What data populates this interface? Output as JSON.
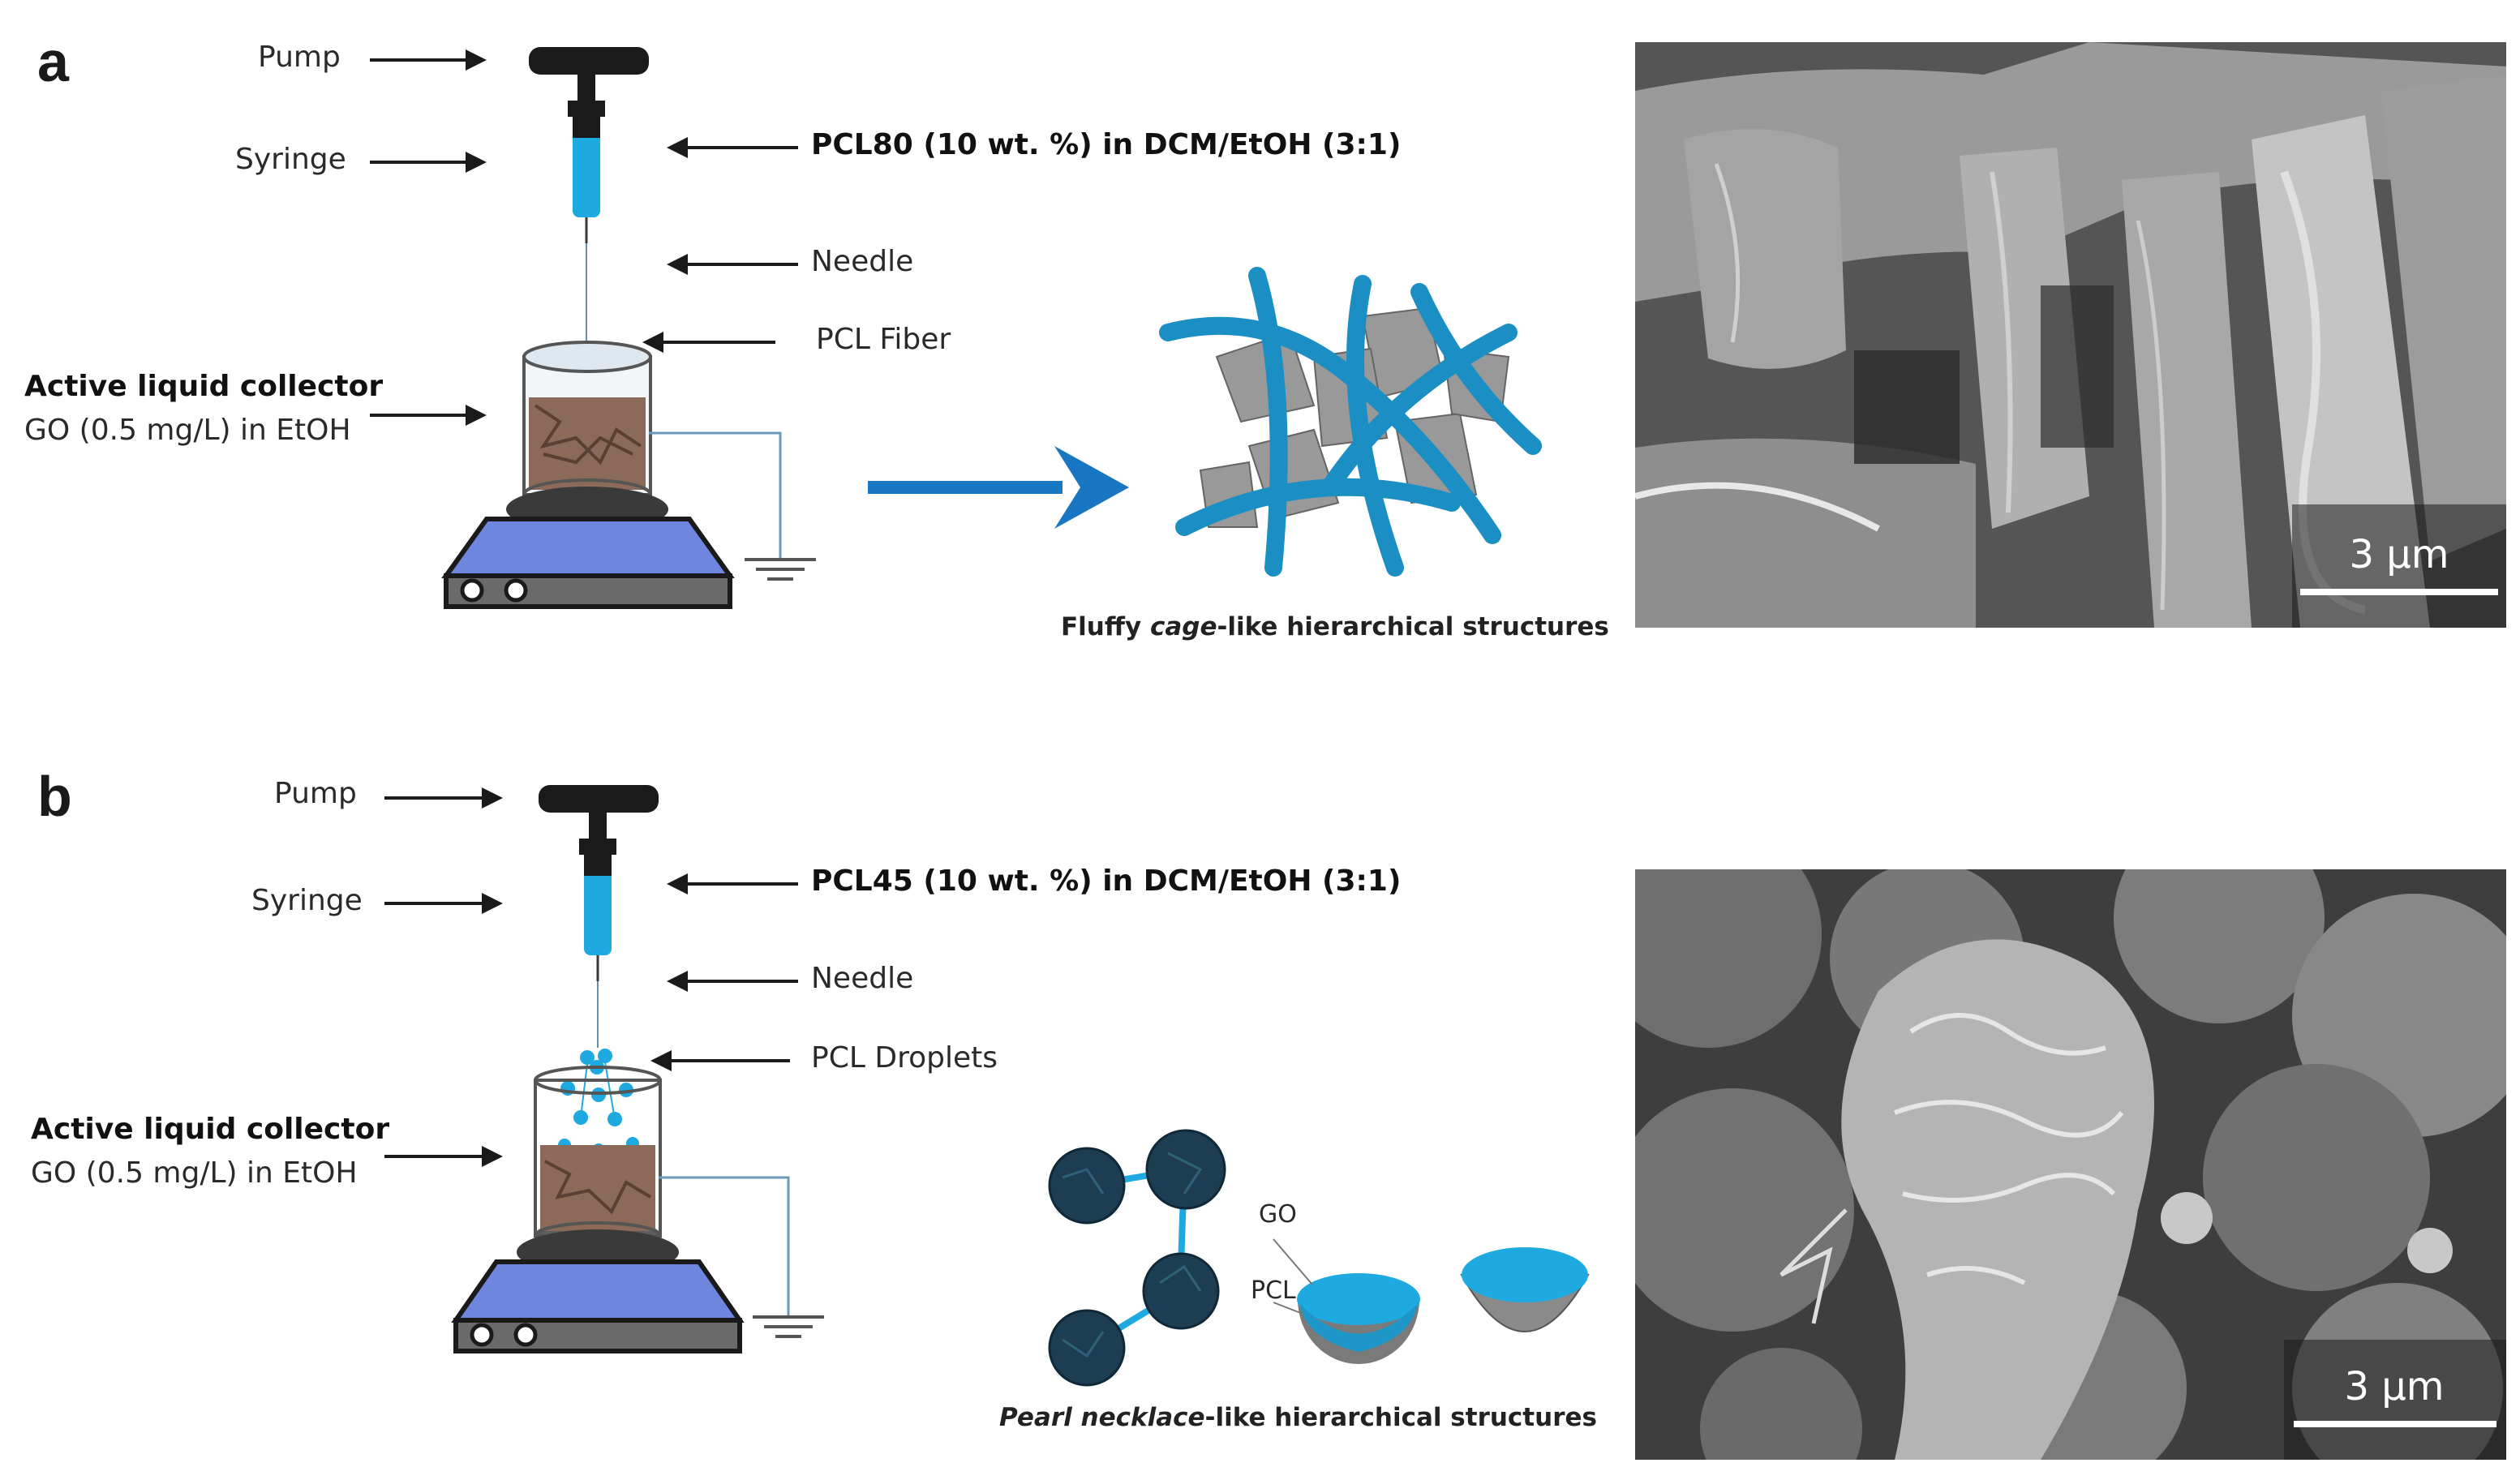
{
  "panel_a": {
    "letter": "a",
    "labels": {
      "pump": "Pump",
      "syringe": "Syringe",
      "solution": "PCL80 (10 wt. %) in DCM/EtOH (3:1)",
      "needle": "Needle",
      "fiber": "PCL Fiber",
      "collector_title": "Active liquid collector",
      "collector_sub": "GO (0.5 mg/L) in EtOH"
    },
    "caption": {
      "prefix": "Fluffy ",
      "italic": "cage",
      "suffix": "-like hierarchical structures"
    },
    "scale_bar": "3 µm"
  },
  "panel_b": {
    "letter": "b",
    "labels": {
      "pump": "Pump",
      "syringe": "Syringe",
      "solution": "PCL45 (10 wt. %) in DCM/EtOH (3:1)",
      "needle": "Needle",
      "droplets": "PCL Droplets",
      "collector_title": "Active liquid collector",
      "collector_sub": "GO (0.5 mg/L) in EtOH",
      "go": "GO",
      "pcl": "PCL"
    },
    "caption": {
      "italic": "Pearl necklace",
      "suffix": "-like hierarchical structures"
    },
    "scale_bar": "3 µm"
  },
  "colors": {
    "solution_blue": "#1fa9e1",
    "fiber_blue": "#1b8fc4",
    "arrow_blue": "#1976c2",
    "hotplate_blue": "#6f86de",
    "go_brown": "#8b6a5a"
  }
}
